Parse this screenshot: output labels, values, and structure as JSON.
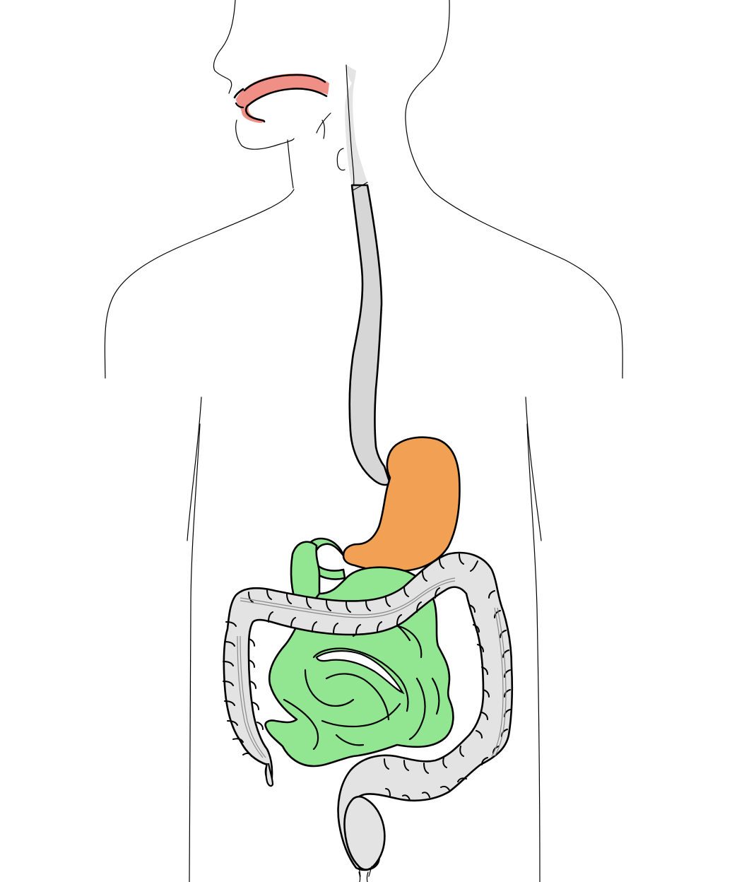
{
  "diagram": {
    "colors": {
      "background": "#ffffff",
      "outline": "#000000",
      "mouth": "#f08f86",
      "esophagus": "#d6d6d6",
      "pharynx": "#e4e4e4",
      "stomach": "#f2a154",
      "small_intestine": "#93e691",
      "large_intestine": "#e3e3e3"
    },
    "icons": {
      "body": "human-torso-silhouette",
      "mouth": "mouth-palate",
      "pharynx": "pharynx",
      "esophagus": "esophagus-tube",
      "stomach": "stomach",
      "small_intestine": "small-intestine-coils",
      "large_intestine": "colon",
      "rectum": "rectum"
    }
  }
}
